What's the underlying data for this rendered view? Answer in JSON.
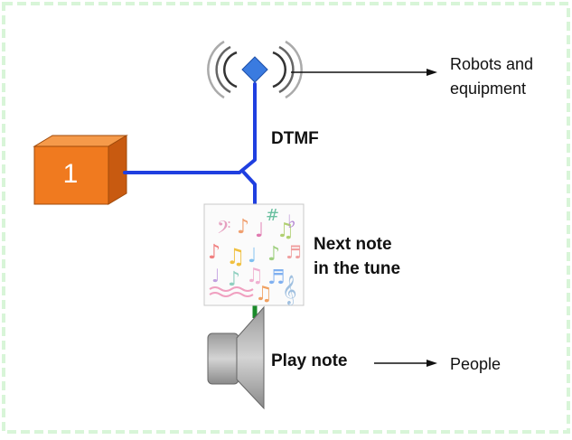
{
  "button_box": {
    "number": "1",
    "front_color": "#f07a1f",
    "top_color": "#f59a4a",
    "side_color": "#c85a10"
  },
  "colors": {
    "dtmf_line": "#1f3fe0",
    "audio_line": "#1a8a2a",
    "border": "#d8f5d8",
    "antenna": "#3a7be0"
  },
  "labels": {
    "dtmf": "DTMF",
    "robots_line1": "Robots and",
    "robots_line2": "equipment",
    "next_note_line1": "Next note",
    "next_note_line2": "in the tune",
    "play_note": "Play note",
    "people": "People"
  },
  "icons": {
    "transmitter": "radio-transmitter-icon",
    "music": "music-notes-icon",
    "speaker": "loudspeaker-icon"
  }
}
